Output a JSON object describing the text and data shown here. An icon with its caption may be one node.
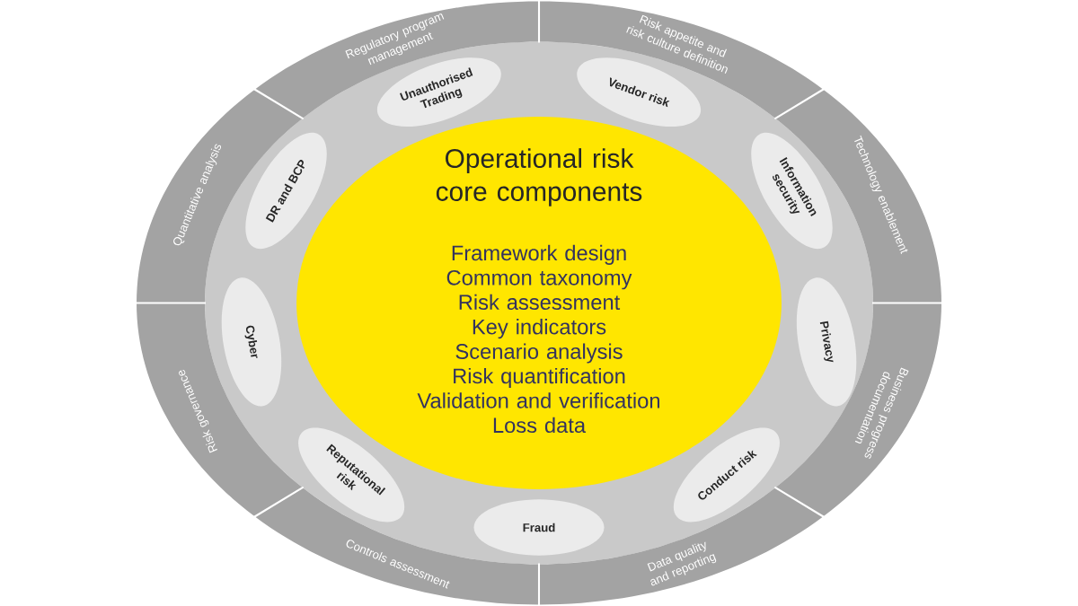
{
  "diagram": {
    "nodes": [
      {
        "text": [
          "Operational risk core components",
          "Framework design",
          "Common taxonomy",
          "Risk assessment",
          "Key indicators",
          "Scenario analysis",
          "Risk quantification",
          "Validation and verification",
          "Loss data"
        ]
      },
      {
        "text": [
          "Unauthorised Trading"
        ]
      },
      {
        "text": [
          "Vendor risk"
        ]
      },
      {
        "text": [
          "Information security"
        ]
      },
      {
        "text": [
          "Privacy"
        ]
      },
      {
        "text": [
          "Conduct risk"
        ]
      },
      {
        "text": [
          "Fraud"
        ]
      },
      {
        "text": [
          "Reputational risk"
        ]
      },
      {
        "text": [
          "Cyber"
        ]
      },
      {
        "text": [
          "DR and BCP"
        ]
      },
      {
        "text": [
          "Regulatory program management"
        ]
      },
      {
        "text": [
          "Risk appetite and risk culture definition"
        ]
      },
      {
        "text": [
          "Technology enablement"
        ]
      },
      {
        "text": [
          "Business progress documentation"
        ]
      },
      {
        "text": [
          "Data quality and reporting"
        ]
      },
      {
        "text": [
          "Controls assessment"
        ]
      },
      {
        "text": [
          "Risk governance"
        ]
      },
      {
        "text": [
          "Quantitative analysis"
        ]
      }
    ]
  }
}
